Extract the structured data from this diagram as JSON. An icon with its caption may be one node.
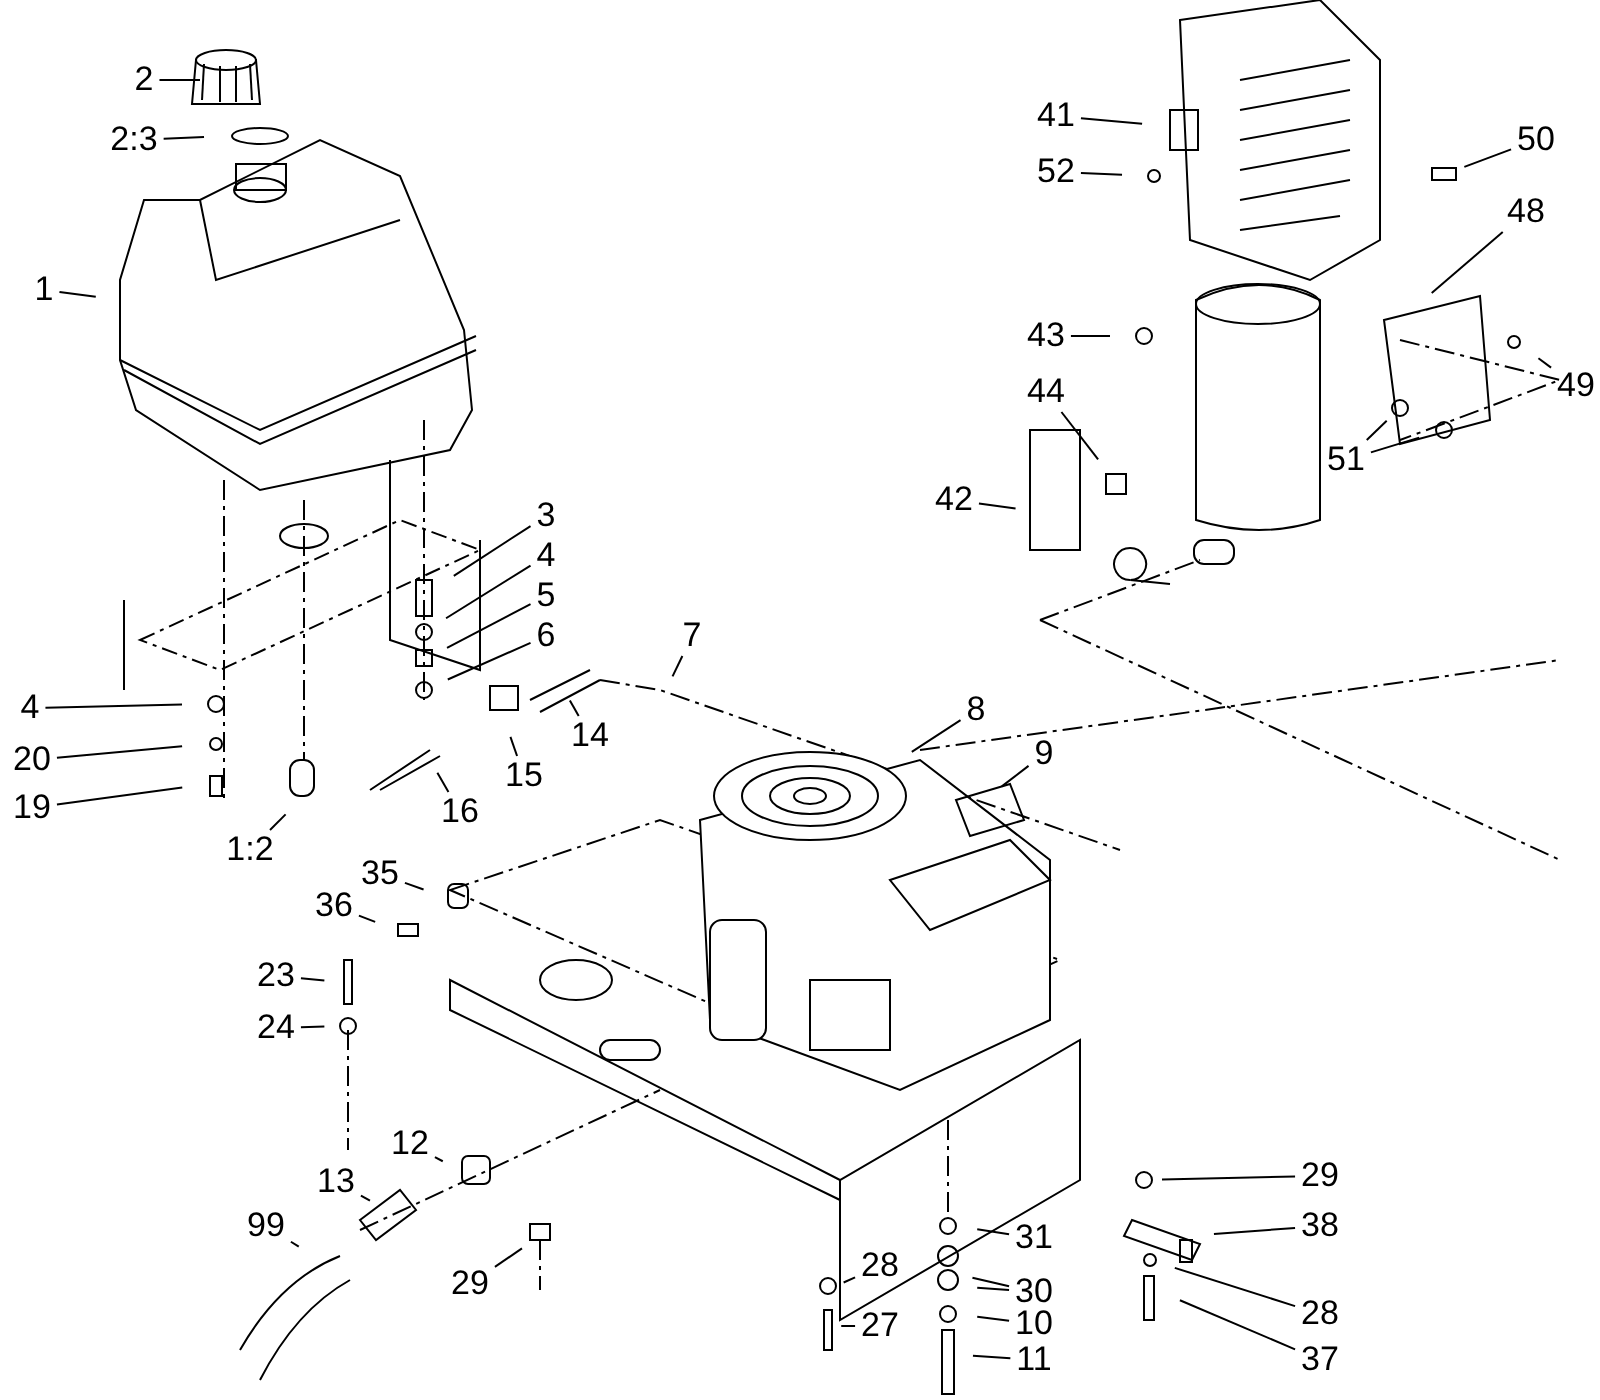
{
  "diagram": {
    "nodes": [
      {
        "text": [
          "2"
        ]
      },
      {
        "text": [
          "2:3"
        ]
      },
      {
        "text": [
          "41"
        ]
      },
      {
        "text": [
          "50"
        ]
      },
      {
        "text": [
          "52"
        ]
      },
      {
        "text": [
          "48"
        ]
      },
      {
        "text": [
          "1"
        ]
      },
      {
        "text": [
          "43"
        ]
      },
      {
        "text": [
          "49"
        ]
      },
      {
        "text": [
          "44"
        ]
      },
      {
        "text": [
          "51"
        ]
      },
      {
        "text": [
          "42"
        ]
      },
      {
        "text": [
          "3"
        ]
      },
      {
        "text": [
          "4"
        ]
      },
      {
        "text": [
          "5"
        ]
      },
      {
        "text": [
          "6"
        ]
      },
      {
        "text": [
          "7"
        ]
      },
      {
        "text": [
          "8"
        ]
      },
      {
        "text": [
          "4"
        ]
      },
      {
        "text": [
          "14"
        ]
      },
      {
        "text": [
          "9"
        ]
      },
      {
        "text": [
          "20"
        ]
      },
      {
        "text": [
          "15"
        ]
      },
      {
        "text": [
          "19"
        ]
      },
      {
        "text": [
          "16"
        ]
      },
      {
        "text": [
          "1:2"
        ]
      },
      {
        "text": [
          "35"
        ]
      },
      {
        "text": [
          "36"
        ]
      },
      {
        "text": [
          "23"
        ]
      },
      {
        "text": [
          "24"
        ]
      },
      {
        "text": [
          "12"
        ]
      },
      {
        "text": [
          "29"
        ]
      },
      {
        "text": [
          "13"
        ]
      },
      {
        "text": [
          "99"
        ]
      },
      {
        "text": [
          "38"
        ]
      },
      {
        "text": [
          "31"
        ]
      },
      {
        "text": [
          "29"
        ]
      },
      {
        "text": [
          "28"
        ]
      },
      {
        "text": [
          "30"
        ]
      },
      {
        "text": [
          "28"
        ]
      },
      {
        "text": [
          "10"
        ]
      },
      {
        "text": [
          "27"
        ]
      },
      {
        "text": [
          "37"
        ]
      },
      {
        "text": [
          "11"
        ]
      }
    ],
    "edges": [
      {
        "from": 0,
        "to": null,
        "arrow": "none"
      },
      {
        "from": 1,
        "to": null,
        "arrow": "none"
      },
      {
        "from": 2,
        "to": null,
        "arrow": "none"
      },
      {
        "from": 3,
        "to": null,
        "arrow": "none"
      },
      {
        "from": 4,
        "to": null,
        "arrow": "none"
      },
      {
        "from": 5,
        "to": null,
        "arrow": "none"
      },
      {
        "from": 6,
        "to": null,
        "arrow": "none"
      },
      {
        "from": 7,
        "to": null,
        "arrow": "none"
      },
      {
        "from": 8,
        "to": null,
        "arrow": "none"
      },
      {
        "from": 9,
        "to": null,
        "arrow": "none"
      },
      {
        "from": 10,
        "to": null,
        "arrow": "none"
      },
      {
        "from": 10,
        "to": null,
        "arrow": "none"
      },
      {
        "from": 11,
        "to": null,
        "arrow": "none"
      },
      {
        "from": 12,
        "to": null,
        "arrow": "none"
      },
      {
        "from": 13,
        "to": null,
        "arrow": "none"
      },
      {
        "from": 14,
        "to": null,
        "arrow": "none"
      },
      {
        "from": 15,
        "to": null,
        "arrow": "none"
      },
      {
        "from": 16,
        "to": null,
        "arrow": "none"
      },
      {
        "from": 17,
        "to": null,
        "arrow": "none"
      },
      {
        "from": 18,
        "to": null,
        "arrow": "none"
      },
      {
        "from": 19,
        "to": null,
        "arrow": "none"
      },
      {
        "from": 20,
        "to": null,
        "arrow": "none"
      },
      {
        "from": 21,
        "to": null,
        "arrow": "none"
      },
      {
        "from": 22,
        "to": null,
        "arrow": "none"
      },
      {
        "from": 23,
        "to": null,
        "arrow": "none"
      },
      {
        "from": 24,
        "to": null,
        "arrow": "none"
      },
      {
        "from": 25,
        "to": null,
        "arrow": "none"
      },
      {
        "from": 26,
        "to": null,
        "arrow": "none"
      },
      {
        "from": 27,
        "to": null,
        "arrow": "none"
      },
      {
        "from": 28,
        "to": null,
        "arrow": "none"
      },
      {
        "from": 29,
        "to": null,
        "arrow": "none"
      },
      {
        "from": 30,
        "to": null,
        "arrow": "none"
      },
      {
        "from": 31,
        "to": null,
        "arrow": "none"
      },
      {
        "from": 32,
        "to": null,
        "arrow": "none"
      },
      {
        "from": 33,
        "to": null,
        "arrow": "none"
      },
      {
        "from": 34,
        "to": null,
        "arrow": "none"
      },
      {
        "from": 35,
        "to": null,
        "arrow": "none"
      },
      {
        "from": 36,
        "to": null,
        "arrow": "none"
      },
      {
        "from": 37,
        "to": null,
        "arrow": "none"
      },
      {
        "from": 38,
        "to": null,
        "arrow": "none"
      },
      {
        "from": 38,
        "to": null,
        "arrow": "none"
      },
      {
        "from": 39,
        "to": null,
        "arrow": "none"
      },
      {
        "from": 40,
        "to": null,
        "arrow": "none"
      },
      {
        "from": 41,
        "to": null,
        "arrow": "none"
      },
      {
        "from": 42,
        "to": null,
        "arrow": "none"
      },
      {
        "from": 43,
        "to": null,
        "arrow": "none"
      }
    ]
  }
}
